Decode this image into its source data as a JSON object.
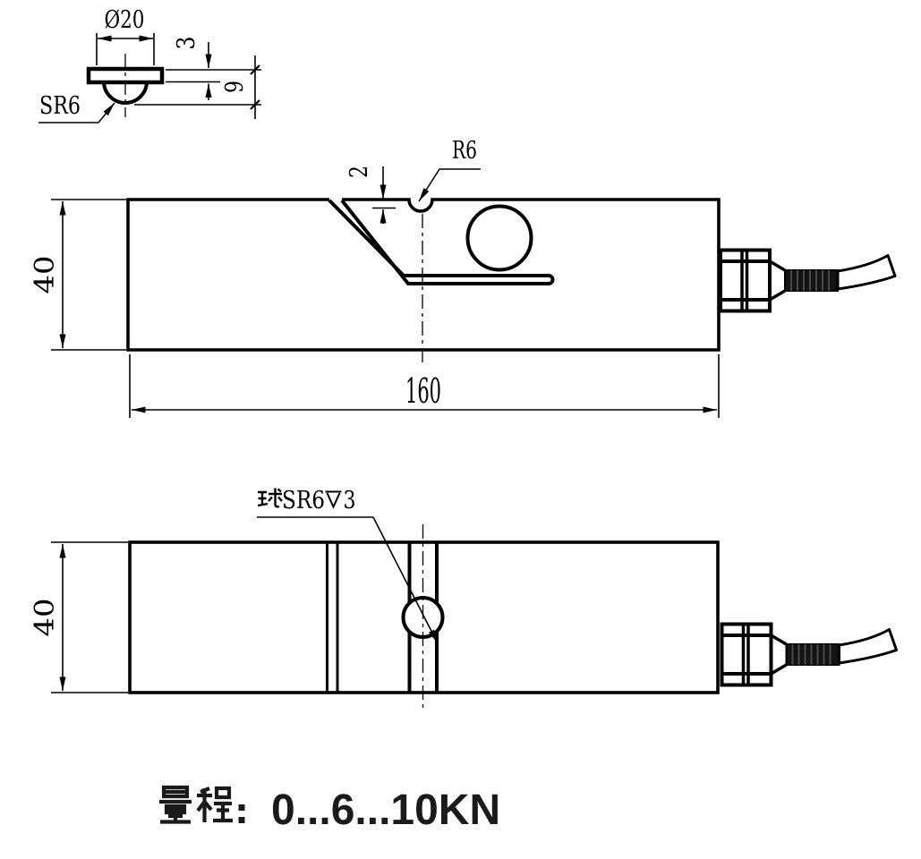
{
  "drawing": {
    "background": "#ffffff",
    "line_color": "#000000",
    "detail_view": {
      "diameter_label": "Ø20",
      "thickness_label": "3",
      "height_label": "9",
      "sphere_radius_label": "SR6"
    },
    "side_view": {
      "recess_depth_label": "2",
      "recess_radius_label": "R6",
      "height_label": "40",
      "length_label": "160"
    },
    "top_view": {
      "height_label": "40",
      "socket_label_full": "球SR6⊽3",
      "socket_prefix": "球",
      "socket_text": "SR6",
      "socket_depth_symbol": "⊽",
      "socket_depth_value": "3"
    },
    "caption": {
      "full_text": "量程：0...6...10KN",
      "label": "量程",
      "colon": "：",
      "value": "0...6...10KN"
    }
  }
}
